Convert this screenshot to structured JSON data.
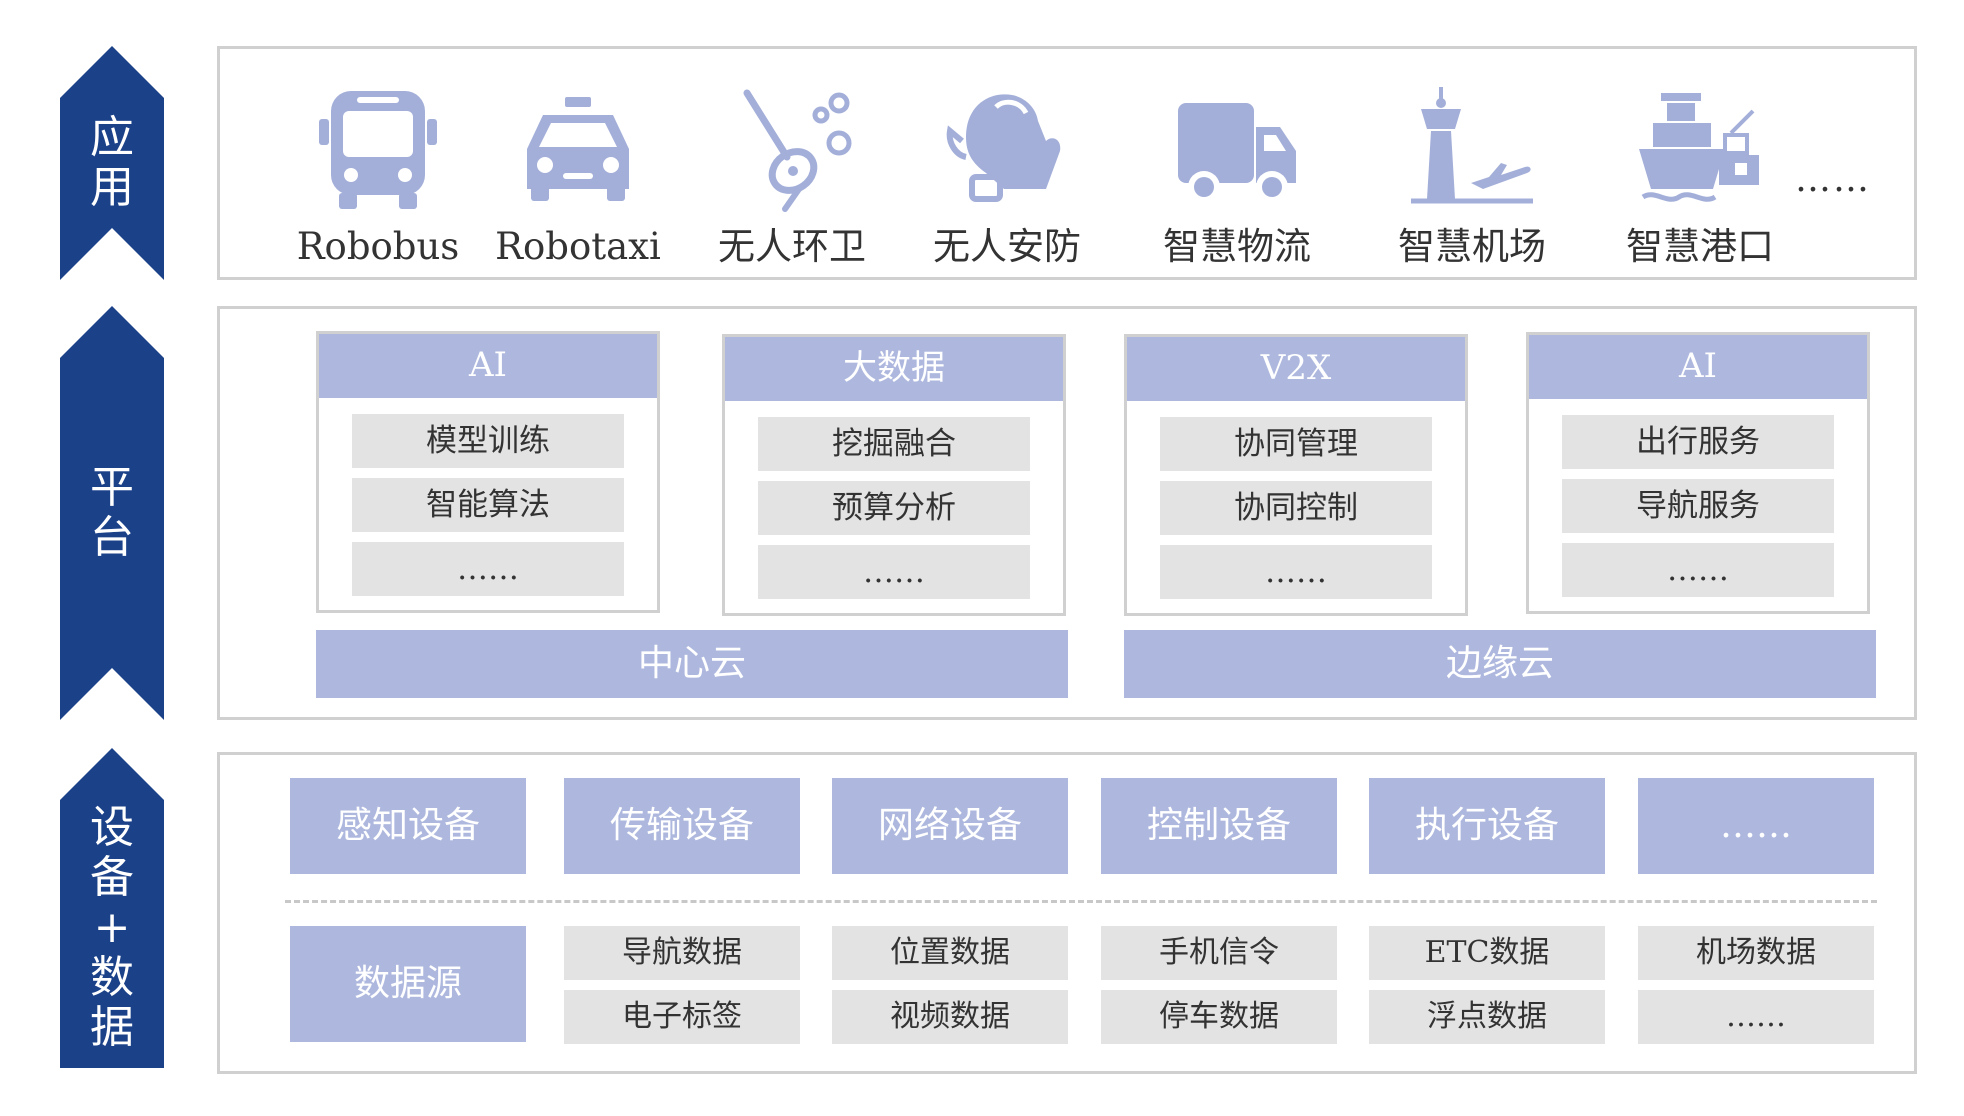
{
  "side_labels": {
    "application": [
      "应",
      "用"
    ],
    "platform": [
      "平",
      "台"
    ],
    "device": [
      "设",
      "备",
      "+",
      "数",
      "据"
    ]
  },
  "applications": {
    "items": [
      {
        "label": "Robobus",
        "icon": "bus-icon"
      },
      {
        "label": "Robotaxi",
        "icon": "taxi-icon"
      },
      {
        "label": "无人环卫",
        "icon": "sweeper-icon"
      },
      {
        "label": "无人安防",
        "icon": "security-glove-icon"
      },
      {
        "label": "智慧物流",
        "icon": "truck-icon"
      },
      {
        "label": "智慧机场",
        "icon": "airport-tower-icon"
      },
      {
        "label": "智慧港口",
        "icon": "cargo-ship-icon"
      }
    ],
    "more": "……"
  },
  "platform": {
    "boxes": [
      {
        "title": "AI",
        "items": [
          "模型训练",
          "智能算法",
          "……"
        ]
      },
      {
        "title": "大数据",
        "items": [
          "挖掘融合",
          "预算分析",
          "……"
        ]
      },
      {
        "title": "V2X",
        "items": [
          "协同管理",
          "协同控制",
          "……"
        ]
      },
      {
        "title": "AI",
        "items": [
          "出行服务",
          "导航服务",
          "……"
        ]
      }
    ],
    "center_cloud": "中心云",
    "edge_cloud": "边缘云"
  },
  "devices": {
    "items": [
      "感知设备",
      "传输设备",
      "网络设备",
      "控制设备",
      "执行设备",
      "……"
    ],
    "data_source_label": "数据源",
    "data_sources": [
      [
        "导航数据",
        "电子标签"
      ],
      [
        "位置数据",
        "视频数据"
      ],
      [
        "手机信令",
        "停车数据"
      ],
      [
        "ETC数据",
        "浮点数据"
      ],
      [
        "机场数据",
        "……"
      ]
    ]
  },
  "colors": {
    "navy": "#1b4189",
    "block": "#aeb8de",
    "icon": "#a3afd9",
    "grey_box": "#e3e3e3",
    "border": "#d0d0d0"
  }
}
